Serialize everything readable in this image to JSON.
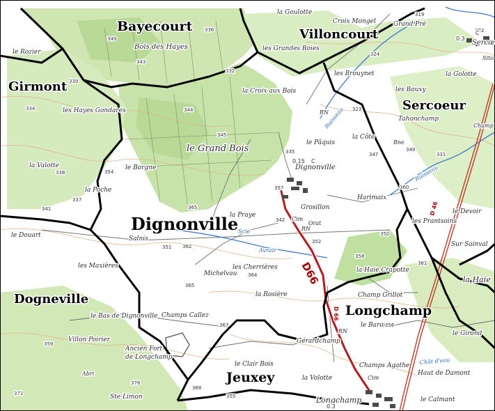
{
  "colors": {
    "paper": "#ffffff",
    "forest": "#cfe6b3",
    "forest_dark": "#b9d996",
    "contour": "#e0b48a",
    "boundary": "#000000",
    "road_main": "#b61c1c",
    "water": "#3d7ad3",
    "railway": "#c0392b",
    "building": "#4a4a4a"
  },
  "communes": [
    {
      "key": "bayecourt",
      "label": "Bayecourt"
    },
    {
      "key": "villoncourt",
      "label": "Villoncourt"
    },
    {
      "key": "girmont",
      "label": "Girmont"
    },
    {
      "key": "sercoeur",
      "label": "Sercoeur"
    },
    {
      "key": "dignonville",
      "label": "Dignonville"
    },
    {
      "key": "longchamp",
      "label": "Longchamp"
    },
    {
      "key": "dogneville",
      "label": "Dogneville"
    },
    {
      "key": "jeuxey",
      "label": "Jeuxey"
    }
  ],
  "places": [
    {
      "key": "la-goulotte",
      "label": "la Goulotte"
    },
    {
      "key": "croix-mongel",
      "label": "Croix Mongel"
    },
    {
      "key": "grand-pre",
      "label": "Grand Pré"
    },
    {
      "key": "bois-des-hayes",
      "label": "Bois des Hayes"
    },
    {
      "key": "les-grandes-roies",
      "label": "les Grandes Roies"
    },
    {
      "key": "le-rozier",
      "label": "le Rozier"
    },
    {
      "key": "les-brouynet",
      "label": "les Brouynet"
    },
    {
      "key": "la-croix-aux-bois",
      "label": "la Croix aux Bois"
    },
    {
      "key": "les-hayes-gondares",
      "label": "les Hayes Gondares"
    },
    {
      "key": "les-bouxy",
      "label": "les Bouxy"
    },
    {
      "key": "la-golotte",
      "label": "la Golotte"
    },
    {
      "key": "le-grand-bois",
      "label": "le Grand Bois"
    },
    {
      "key": "tahonchamp",
      "label": "Tahonchamp"
    },
    {
      "key": "le-paquis",
      "label": "le Pâquis"
    },
    {
      "key": "la-cote",
      "label": "la Côte"
    },
    {
      "key": "le-borgne",
      "label": "le Borgne"
    },
    {
      "key": "la-valotte",
      "label": "la Valotte"
    },
    {
      "key": "la-poche",
      "label": "la Poche"
    },
    {
      "key": "grosillon",
      "label": "Grosillon"
    },
    {
      "key": "harimaix",
      "label": "Harimaix"
    },
    {
      "key": "la-praye",
      "label": "la Praye"
    },
    {
      "key": "les-prantsoins",
      "label": "les Prantsoins"
    },
    {
      "key": "le-devoir",
      "label": "le Devoir"
    },
    {
      "key": "le-douart",
      "label": "le Douart"
    },
    {
      "key": "salnis",
      "label": "Salnis"
    },
    {
      "key": "sur-sainval",
      "label": "Sur Sainval"
    },
    {
      "key": "les-maxieres",
      "label": "les Maxières"
    },
    {
      "key": "michelvau",
      "label": "Michelvau"
    },
    {
      "key": "les-cherrieres",
      "label": "les Cherrières"
    },
    {
      "key": "la-haie-crapotte",
      "label": "la Haie Crapotte"
    },
    {
      "key": "la-haie",
      "label": "la Haie"
    },
    {
      "key": "la-rosiere",
      "label": "la Rosière"
    },
    {
      "key": "champ-grillot",
      "label": "Champ Grillot"
    },
    {
      "key": "le-bas-de-dignonville",
      "label": "le Bas de Dignonville"
    },
    {
      "key": "champs-callez",
      "label": "Champs Callez"
    },
    {
      "key": "le-baron",
      "label": "le Baron"
    },
    {
      "key": "le-girond",
      "label": "le Girond"
    },
    {
      "key": "villon-poirier",
      "label": "Villon Poirier"
    },
    {
      "key": "ancien-fort",
      "label": "Ancien Fort"
    },
    {
      "key": "de-longchamp",
      "label": "de Longchamp"
    },
    {
      "key": "gerardchamp",
      "label": "Gérardchamp"
    },
    {
      "key": "champs-agathe",
      "label": "Champs Agathe"
    },
    {
      "key": "haut-de-damont",
      "label": "Haut de Damont"
    },
    {
      "key": "le-clair-bois",
      "label": "le Clair Bois"
    },
    {
      "key": "la-volotte",
      "label": "la Volotte"
    },
    {
      "key": "ste-limon",
      "label": "Ste-Limon"
    },
    {
      "key": "le-calmant",
      "label": "le Calmant"
    },
    {
      "key": "longchamp-village",
      "label": "Longchamp"
    },
    {
      "key": "dignonville-village",
      "label": "Dignonville"
    },
    {
      "key": "sercoeur-village",
      "label": "Sercœur"
    },
    {
      "key": "abri",
      "label": "Abri"
    },
    {
      "key": "cim-dignonville",
      "label": "Cim"
    },
    {
      "key": "cim-longchamp",
      "label": "Cim"
    },
    {
      "key": "orat",
      "label": "Orat"
    },
    {
      "key": "rn-1",
      "label": "RN"
    },
    {
      "key": "rn-2",
      "label": "RN"
    },
    {
      "key": "rn-3",
      "label": "RN"
    },
    {
      "key": "bne",
      "label": "Bne"
    },
    {
      "key": "sito",
      "label": "Sito"
    },
    {
      "key": "champ-right",
      "label": "Champ"
    }
  ],
  "altitudes": [
    "319",
    "336",
    "349",
    "343",
    "332",
    "324",
    "322",
    "339",
    "334",
    "344",
    "323",
    "345",
    "347",
    "335",
    "349",
    "331",
    "354",
    "338",
    "337",
    "341",
    "365",
    "342",
    "351",
    "362",
    "356",
    "350",
    "358",
    "361",
    "364",
    "365",
    "367",
    "355",
    "359",
    "371",
    "378",
    "368",
    "352",
    "357",
    "360"
  ],
  "water_labels": [
    {
      "key": "ruisseau-1",
      "label": "Ruisseau"
    },
    {
      "key": "ruisseau-2",
      "label": "Ruisseau"
    },
    {
      "key": "avrair",
      "label": "Avrair"
    },
    {
      "key": "scie",
      "label": "Scie"
    },
    {
      "key": "chat-d-eau",
      "label": "Chât d'eau"
    }
  ],
  "roads": {
    "d66": "D66",
    "d66-small": "D 66",
    "d46": "D 46"
  },
  "misc": {
    "alt-0-15": "0.15",
    "alt-0-3": "0.3",
    "alt-0-3-b": "0.3",
    "c-symbol": "C",
    "c-symbol-2": "C"
  }
}
